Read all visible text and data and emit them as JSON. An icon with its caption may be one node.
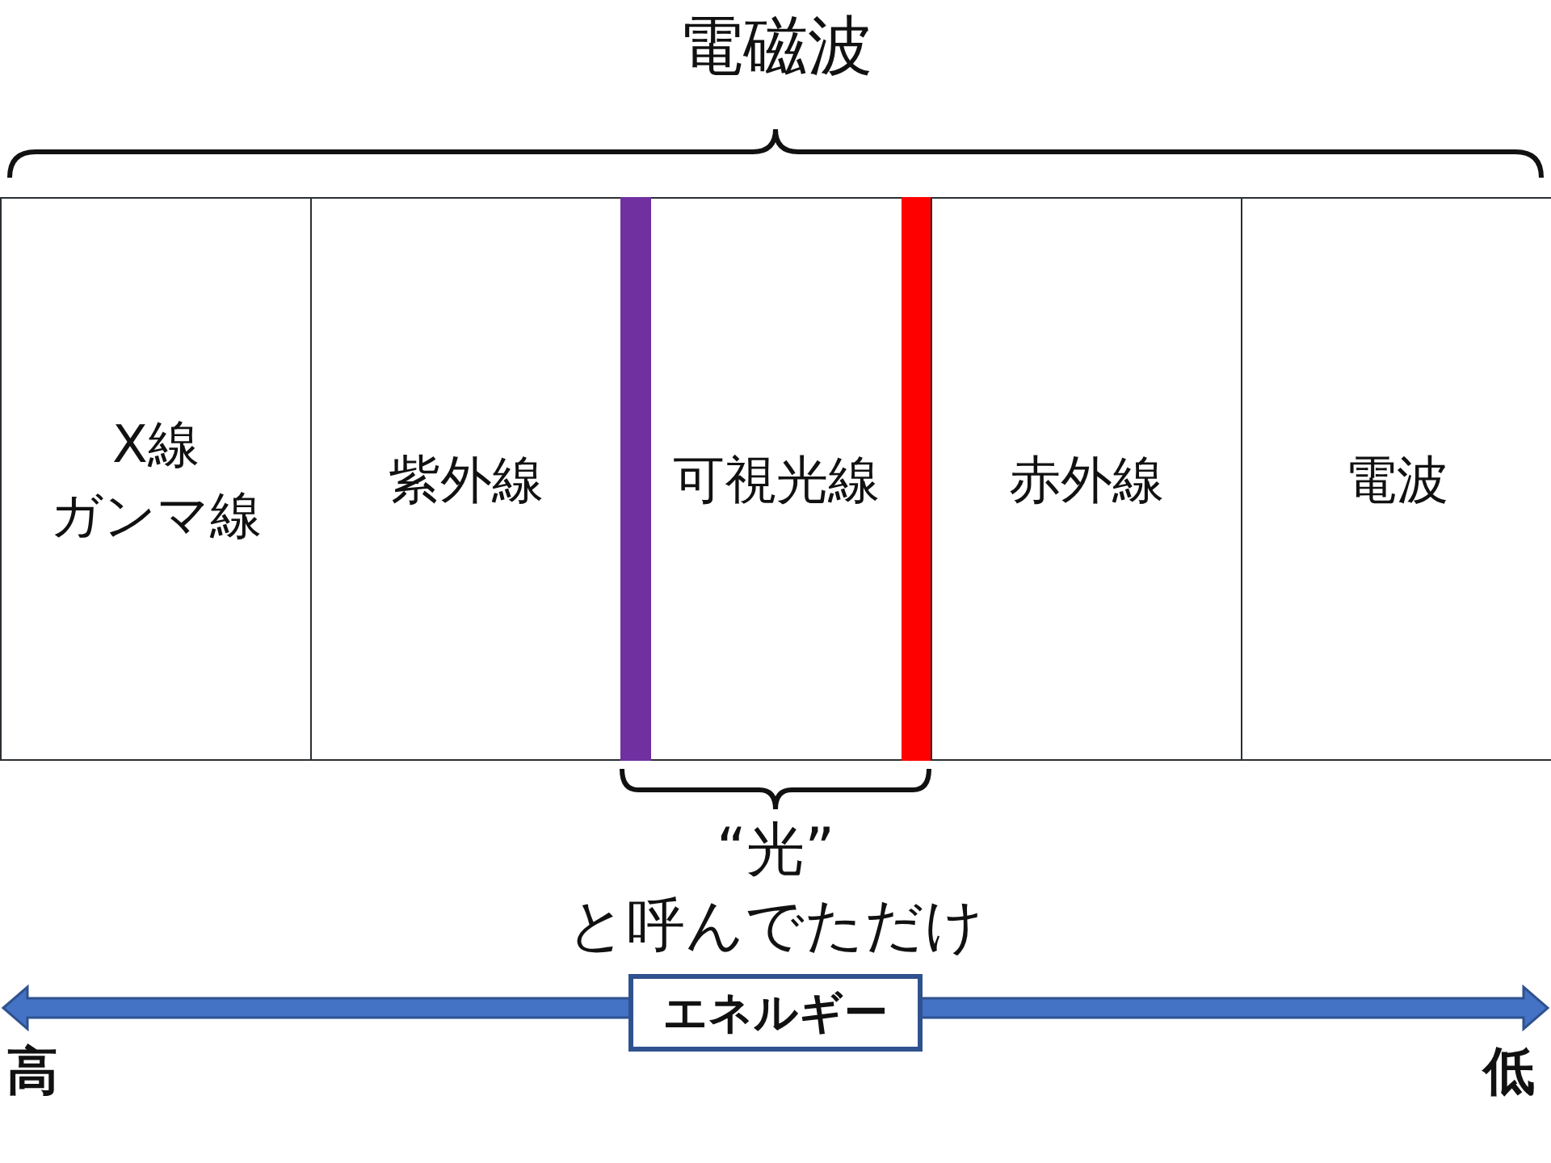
{
  "diagram": {
    "nodes": [
      {
        "text": [
          "X線",
          "ガンマ線"
        ]
      },
      {
        "text": [
          "紫外線"
        ]
      },
      {
        "text": [
          "可視光線"
        ]
      },
      {
        "text": [
          "赤外線"
        ]
      },
      {
        "text": [
          "電波"
        ]
      },
      {
        "text": [
          "エネルギー"
        ]
      }
    ],
    "labels": [
      "電磁波",
      "“光”",
      "と呼んでただけ",
      "高",
      "低"
    ]
  }
}
